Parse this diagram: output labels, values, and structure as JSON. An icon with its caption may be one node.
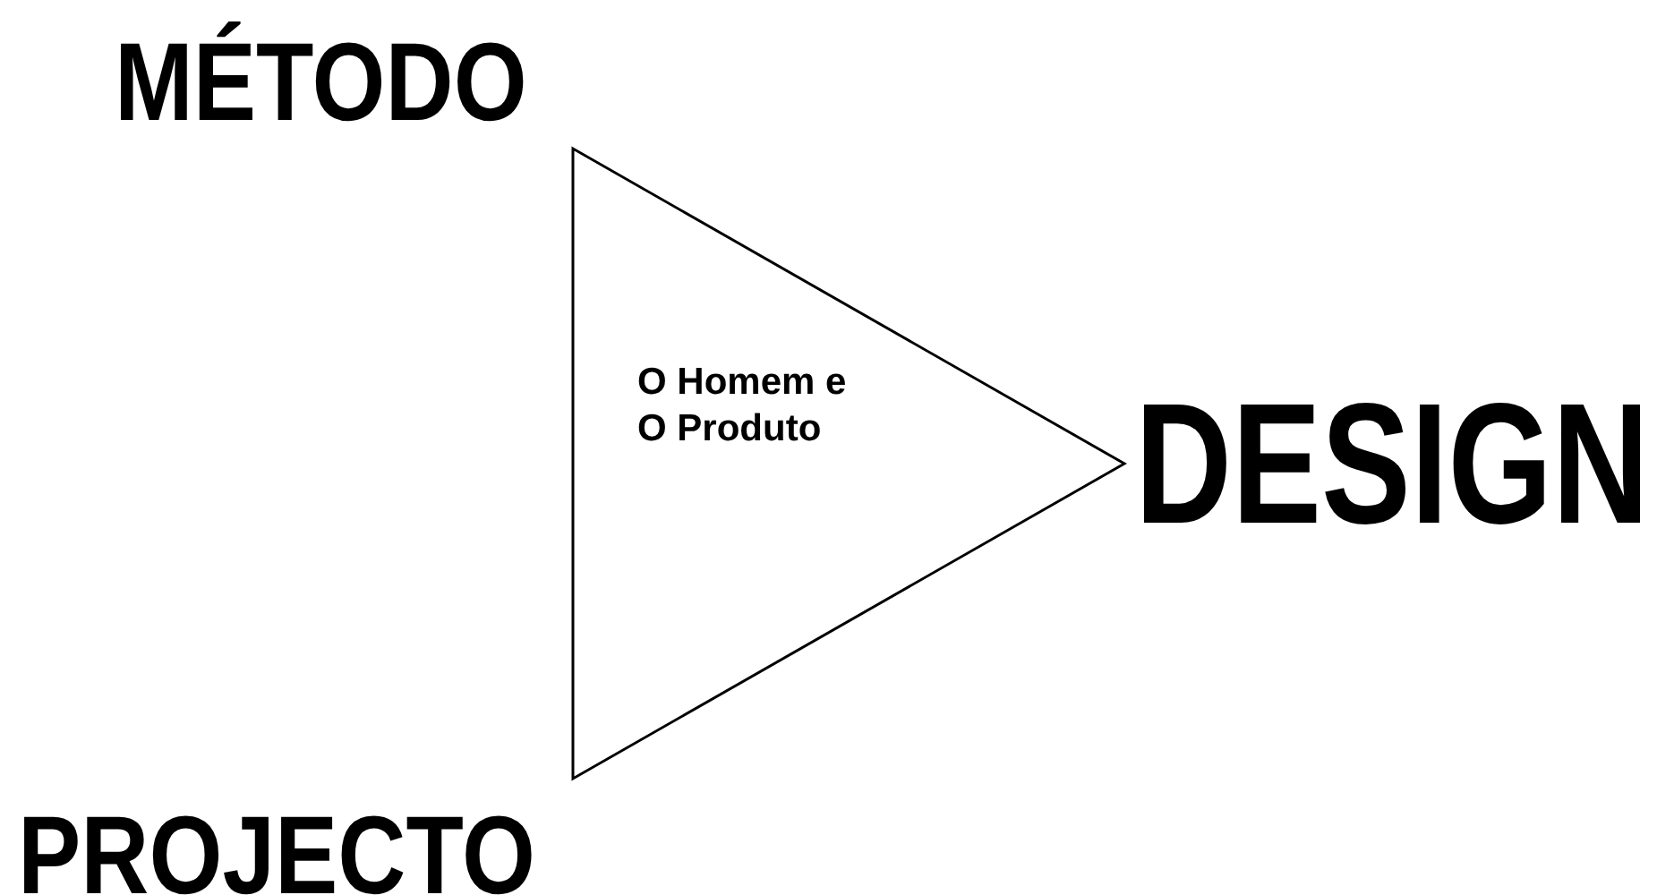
{
  "diagram": {
    "nodes": [
      {
        "text": [
          "O Homem e O Produto"
        ]
      }
    ],
    "labels": [
      "MÉTODO",
      "DESIGN",
      "PROJECTO"
    ]
  }
}
